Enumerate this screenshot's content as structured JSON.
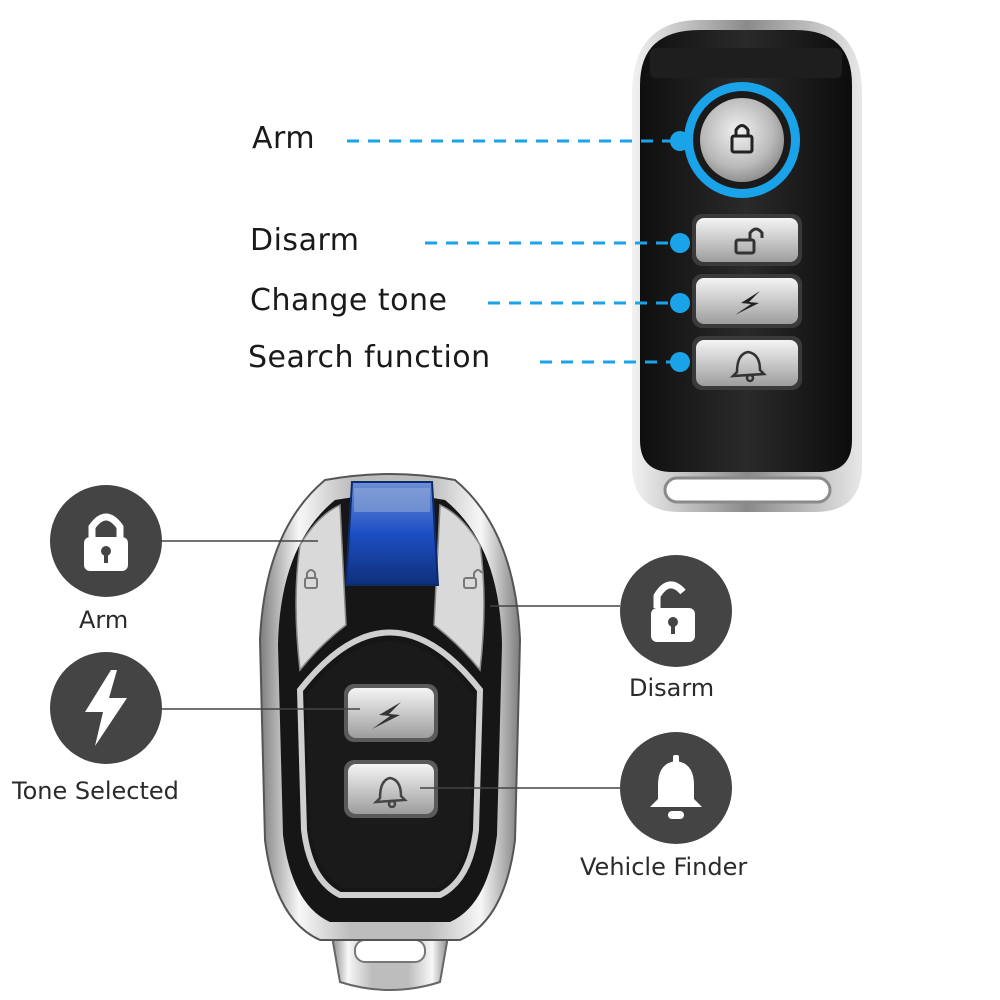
{
  "top_remote": {
    "labels": [
      "Arm",
      "Disarm",
      "Change tone",
      "Search function"
    ],
    "accent_color": "#1aa3e8"
  },
  "bottom_remote": {
    "labels": {
      "arm": "Arm",
      "disarm": "Disarm",
      "tone": "Tone Selected",
      "finder": "Vehicle Finder"
    },
    "icons": {
      "arm": "padlock-closed-icon",
      "disarm": "padlock-open-icon",
      "tone": "lightning-bolt-icon",
      "finder": "bell-icon"
    },
    "led_color": "#1c4fc4",
    "circle_color": "#444444"
  }
}
